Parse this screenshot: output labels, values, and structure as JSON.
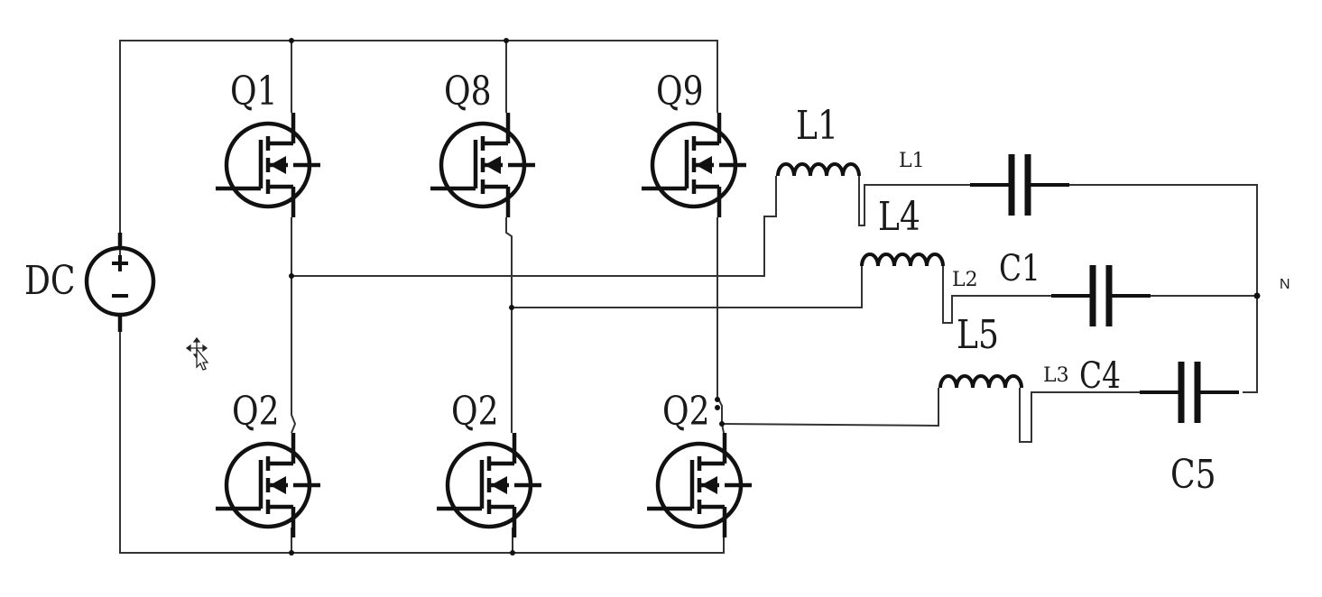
{
  "colors": {
    "wire": "#333333",
    "symbol": "#111111",
    "text": "#1a1a1a"
  },
  "labels": {
    "dc": "DC",
    "q_top": [
      "Q1",
      "Q8",
      "Q9"
    ],
    "q_bottom": [
      "Q2",
      "Q2",
      "Q2"
    ],
    "inductors_large": [
      "L1",
      "L4",
      "L5"
    ],
    "lines": [
      "L1",
      "L2",
      "L3"
    ],
    "caps": [
      "C1",
      "C4",
      "C5"
    ],
    "neutral": "N"
  },
  "icons": {
    "source": "dc-voltage-source-icon",
    "cursor": "move-cursor-icon"
  }
}
